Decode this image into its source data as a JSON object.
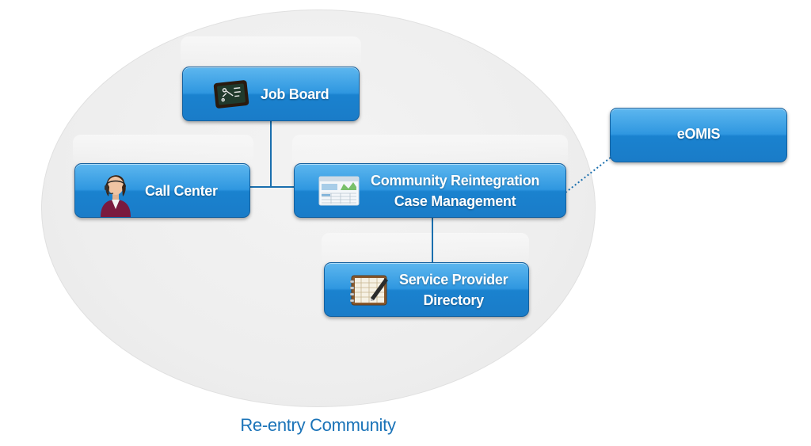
{
  "diagram": {
    "caption": "Re-entry Community",
    "nodes": {
      "job_board": {
        "label": "Job Board",
        "icon": "chalkboard-icon"
      },
      "call_center": {
        "label": "Call Center",
        "icon": "operator-avatar-icon"
      },
      "case_management": {
        "line1": "Community Reintegration",
        "line2": "Case Management",
        "icon": "spreadsheet-window-icon"
      },
      "service_provider": {
        "line1": "Service Provider",
        "line2": "Directory",
        "icon": "address-book-icon"
      },
      "eomis": {
        "label": "eOMIS"
      }
    },
    "connections": [
      {
        "from": "Job Board",
        "to": "Community Reintegration Case Management",
        "style": "solid"
      },
      {
        "from": "Call Center",
        "to": "Community Reintegration Case Management",
        "style": "solid"
      },
      {
        "from": "Community Reintegration Case Management",
        "to": "Service Provider Directory",
        "style": "solid"
      },
      {
        "from": "Community Reintegration Case Management",
        "to": "eOMIS",
        "style": "dotted"
      }
    ],
    "colors": {
      "node_top": "#5db7ef",
      "node_bottom": "#1a7cc8",
      "connector": "#1a6fae",
      "caption": "#1a73b8",
      "community_area": "#eeeeee"
    }
  }
}
